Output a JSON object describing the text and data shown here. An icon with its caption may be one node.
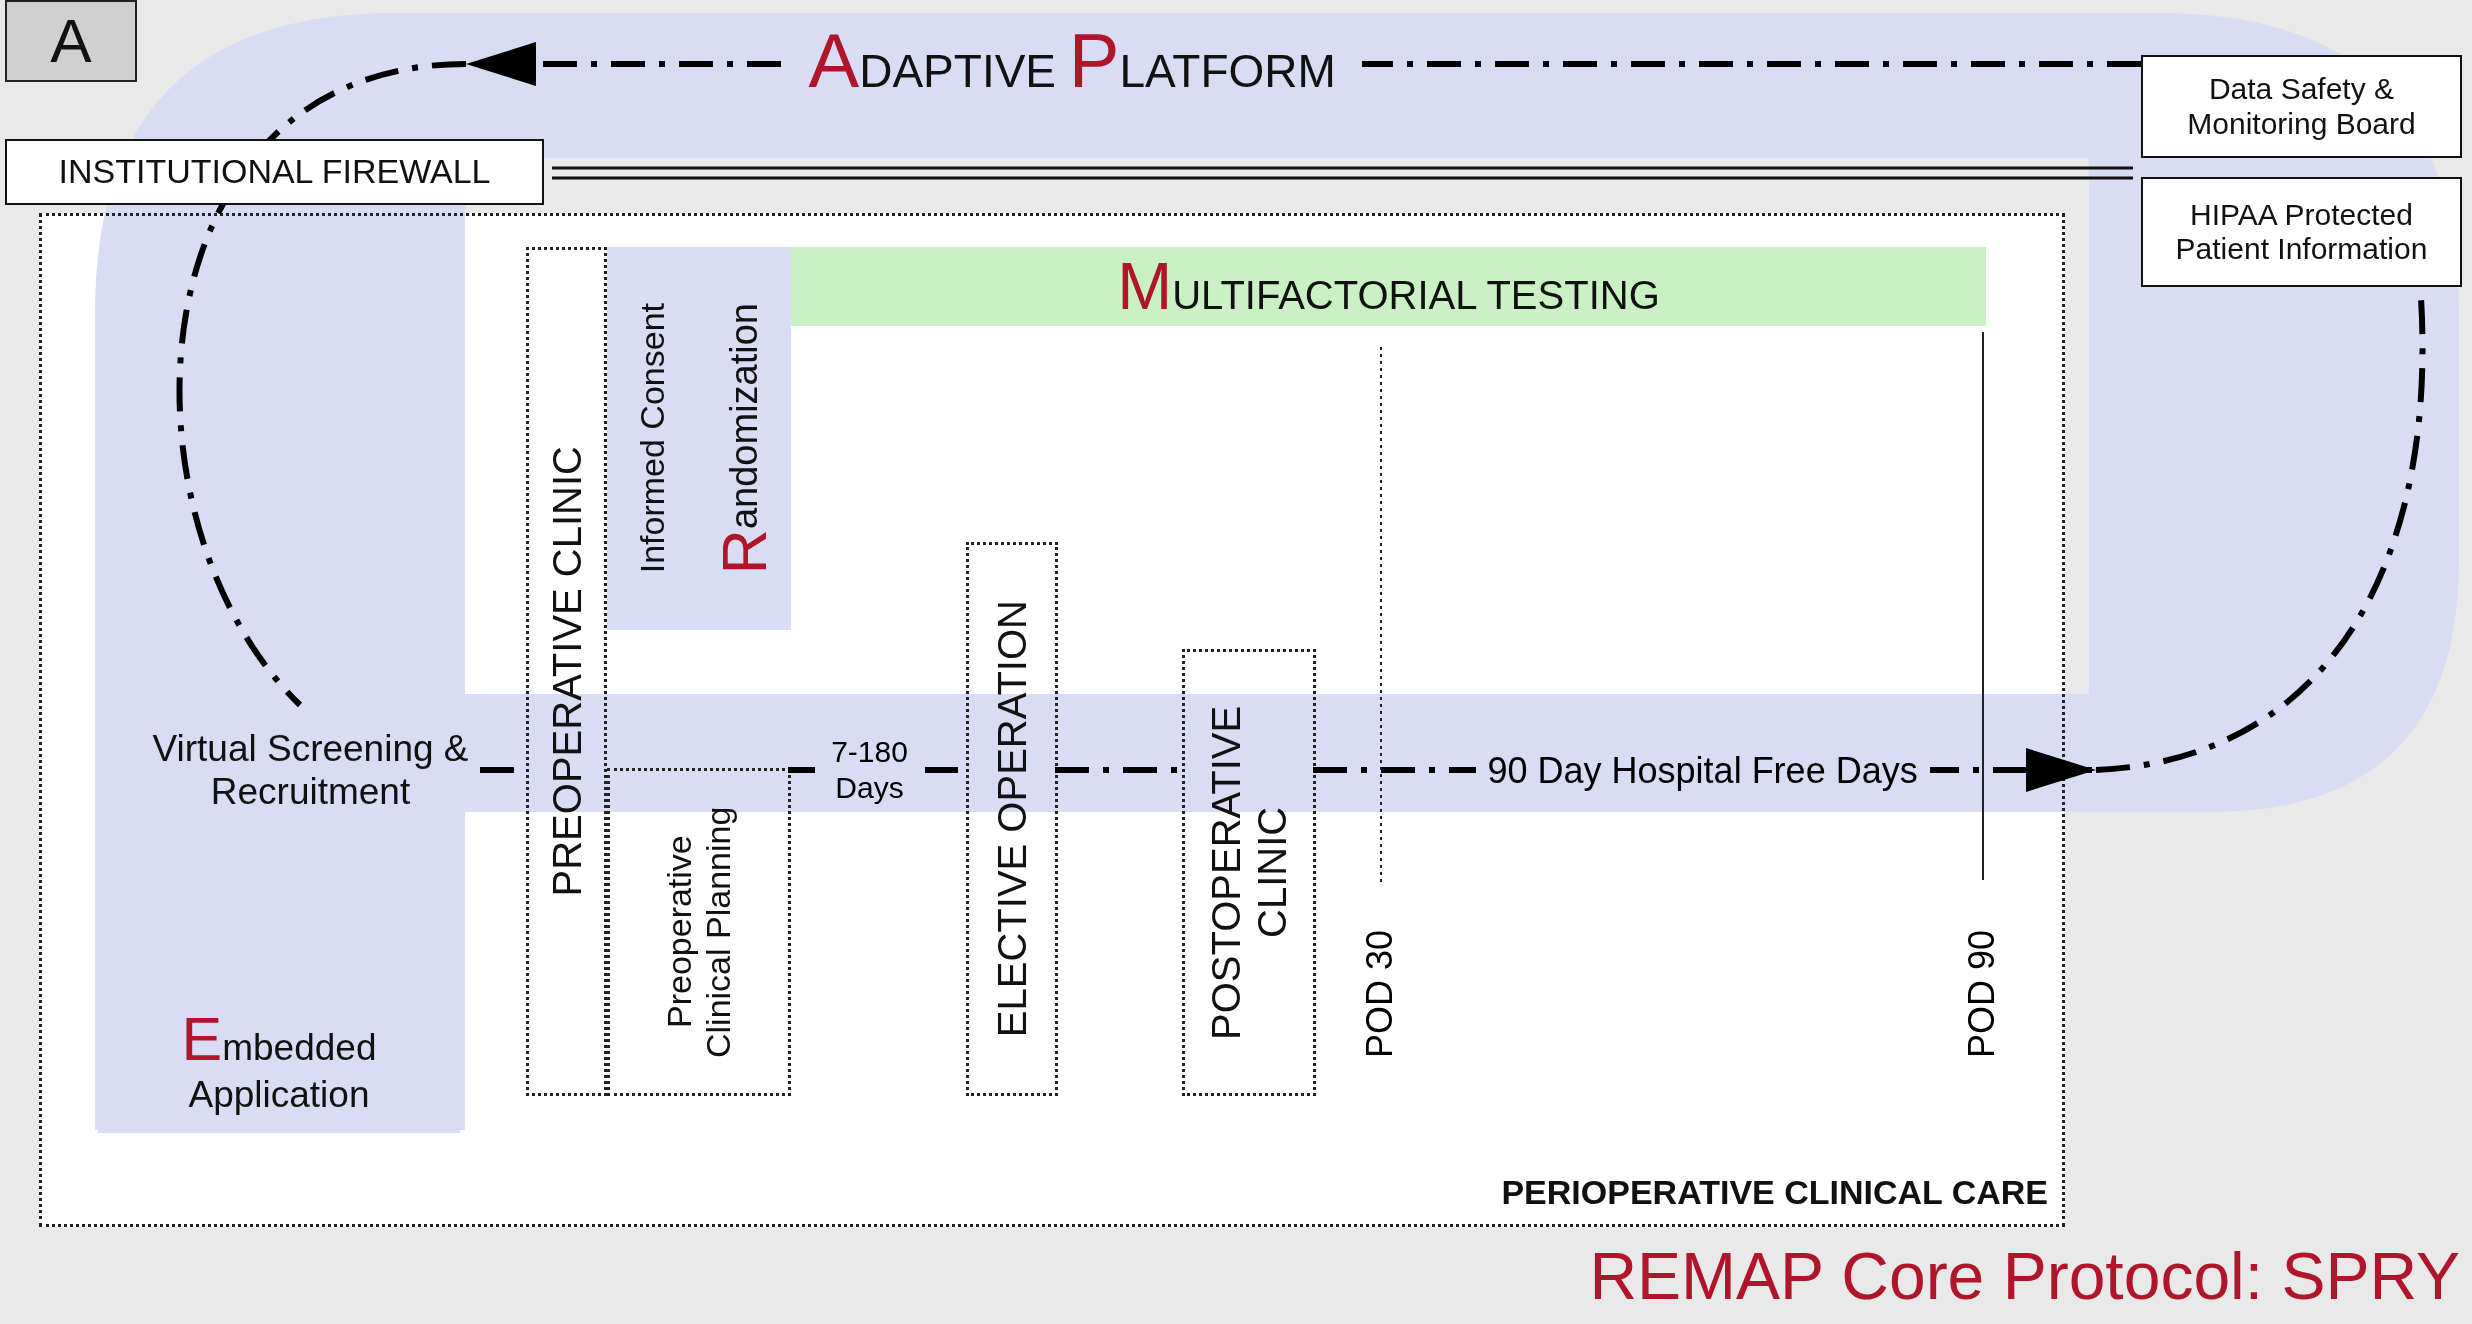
{
  "diagram": {
    "caption": "REMAP Core Protocol: SPRY",
    "nodes": [
      {
        "text": [
          "A"
        ]
      },
      {
        "text": [
          "INSTITUTIONAL FIREWALL"
        ]
      },
      {
        "text": [
          "Data Safety & Monitoring Board"
        ]
      },
      {
        "text": [
          "HIPAA Protected Patient Information"
        ]
      },
      {
        "text": [
          "PERIOPERATIVE CLINICAL CARE"
        ]
      },
      {
        "text": [
          "Virtual Screening & Recruitment"
        ],
        "in": 4
      },
      {
        "text": [
          "Embedded Application"
        ],
        "in": 4
      },
      {
        "text": [
          "PREOPERATIVE CLINIC"
        ],
        "in": 4
      },
      {
        "text": [
          "Informed Consent"
        ],
        "in": 4
      },
      {
        "text": [
          "Randomization"
        ],
        "in": 4
      },
      {
        "text": [
          "Preoperative Clinical Planning"
        ],
        "in": 4
      },
      {
        "text": [
          "MULTIFACTORIAL TESTING"
        ],
        "in": 4
      },
      {
        "text": [
          "ELECTIVE OPERATION"
        ],
        "in": 4
      },
      {
        "text": [
          "POSTOPERATIVE CLINIC"
        ],
        "in": 4
      }
    ],
    "edges": [
      {
        "from": 5,
        "to": 7,
        "arrow": "none"
      },
      {
        "from": 10,
        "to": 12,
        "arrow": "none",
        "label": "7-180 Days"
      },
      {
        "from": 12,
        "to": 13,
        "arrow": "none"
      },
      {
        "from": 13,
        "to": null,
        "arrow": "to",
        "label": "90 Day Hospital Free Days"
      },
      {
        "from": null,
        "to": 3,
        "arrow": "none"
      },
      {
        "from": 2,
        "to": null,
        "arrow": "to",
        "label": "ADAPTIVE PLATFORM"
      },
      {
        "from": null,
        "to": 5,
        "arrow": "none"
      }
    ],
    "labels": [
      "POD 30",
      "POD 90"
    ]
  }
}
